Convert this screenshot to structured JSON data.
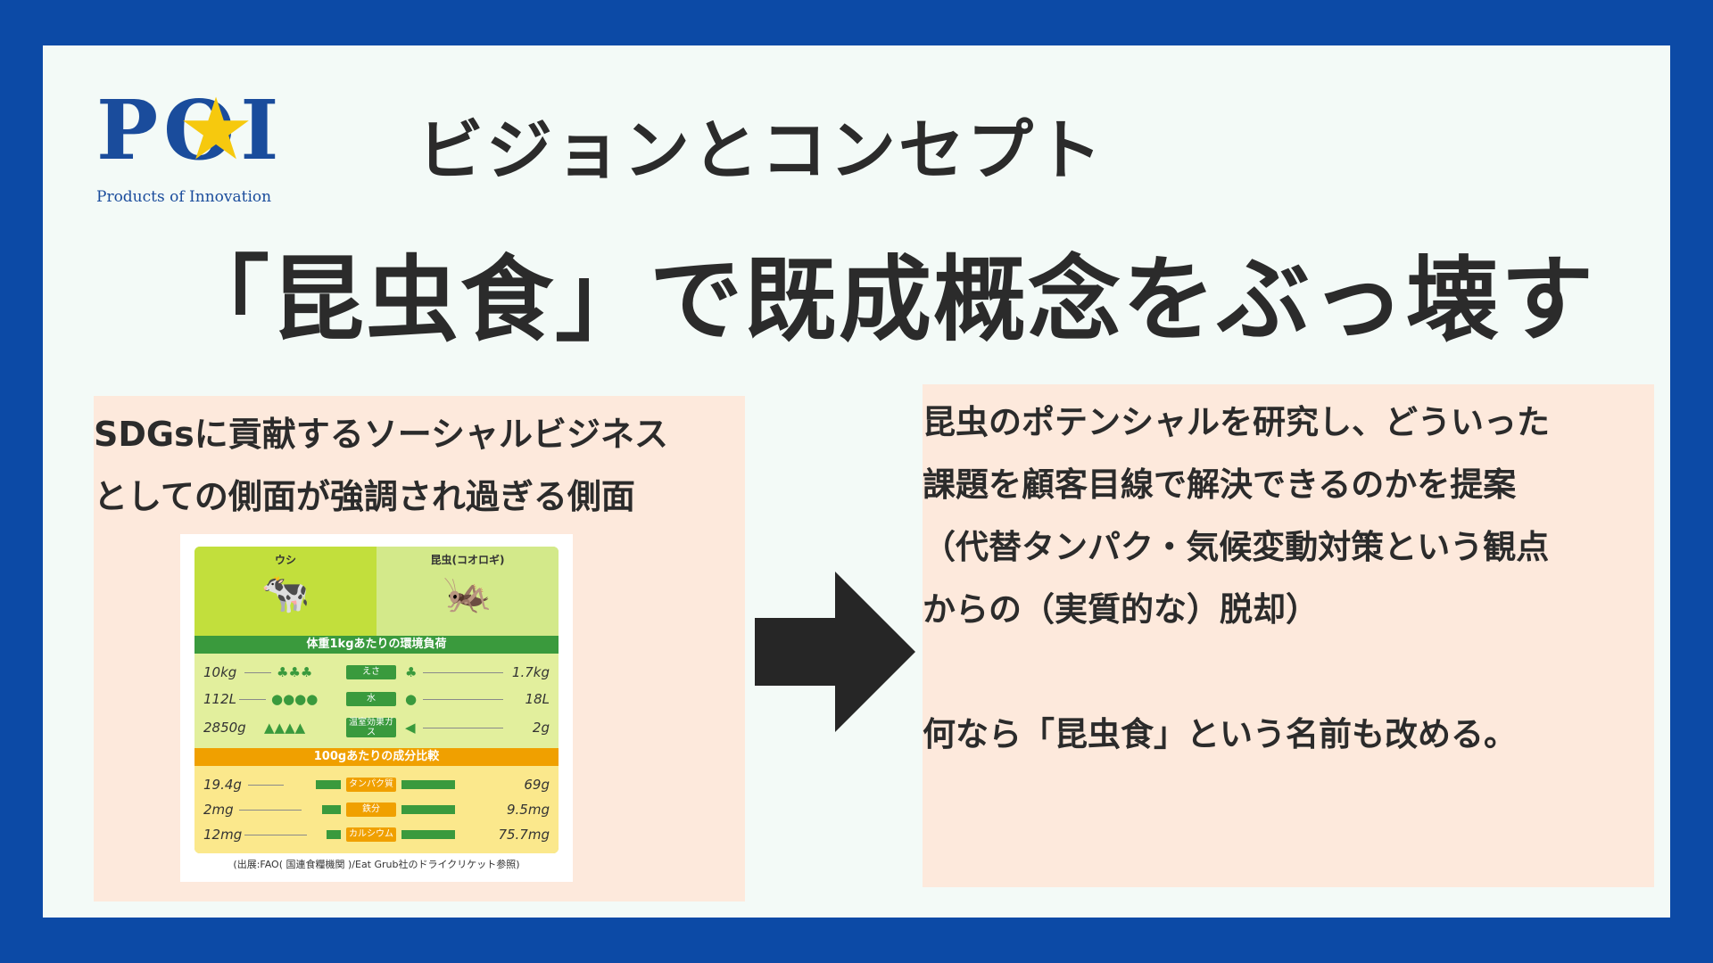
{
  "logo": {
    "letters": "POI",
    "star": "★",
    "tagline": "Products of Innovation"
  },
  "page_title": "ビジョンとコンセプト",
  "headline": "「昆虫食」で既成概念をぶっ壊す",
  "left_panel": {
    "lines": [
      "SDGsに貢献するソーシャルビジネス",
      "としての側面が強調され過ぎる側面"
    ],
    "infographic": {
      "columns": [
        "ウシ",
        "昆虫(コオロギ)"
      ],
      "section_env": "体重1kgあたりの環境負荷",
      "section_nut": "100gあたりの成分比較",
      "env_rows": [
        {
          "label": "えさ",
          "cow": "10kg",
          "insect": "1.7kg"
        },
        {
          "label": "水",
          "cow": "112L",
          "insect": "18L"
        },
        {
          "label": "温室効果ガス",
          "cow": "2850g",
          "insect": "2g"
        }
      ],
      "nut_rows": [
        {
          "label": "タンパク質",
          "cow": "19.4g",
          "insect": "69g",
          "cow_level": 0.28,
          "insect_level": 1.0
        },
        {
          "label": "鉄分",
          "cow": "2mg",
          "insect": "9.5mg",
          "cow_level": 0.21,
          "insect_level": 1.0
        },
        {
          "label": "カルシウム",
          "cow": "12mg",
          "insect": "75.7mg",
          "cow_level": 0.16,
          "insect_level": 1.0
        }
      ],
      "source": "(出展:FAO( 国連食糧機関 )/Eat Grub社のドライクリケット参照)"
    }
  },
  "arrow_icon": "right-arrow-icon",
  "right_panel": {
    "lines": [
      "昆虫のポテンシャルを研究し、どういった",
      "課題を顧客目線で解決できるのかを提案",
      "（代替タンパク・気候変動対策という観点",
      "からの（実質的な）脱却）"
    ],
    "closing": "何なら「昆虫食」という名前も改める。"
  },
  "colors": {
    "frame": "#0c4aa6",
    "slide": "#f3faf7",
    "panel": "#fde9dc",
    "text": "#2b2b2b",
    "logo": "#1a4c9c",
    "star": "#f6c90e"
  }
}
